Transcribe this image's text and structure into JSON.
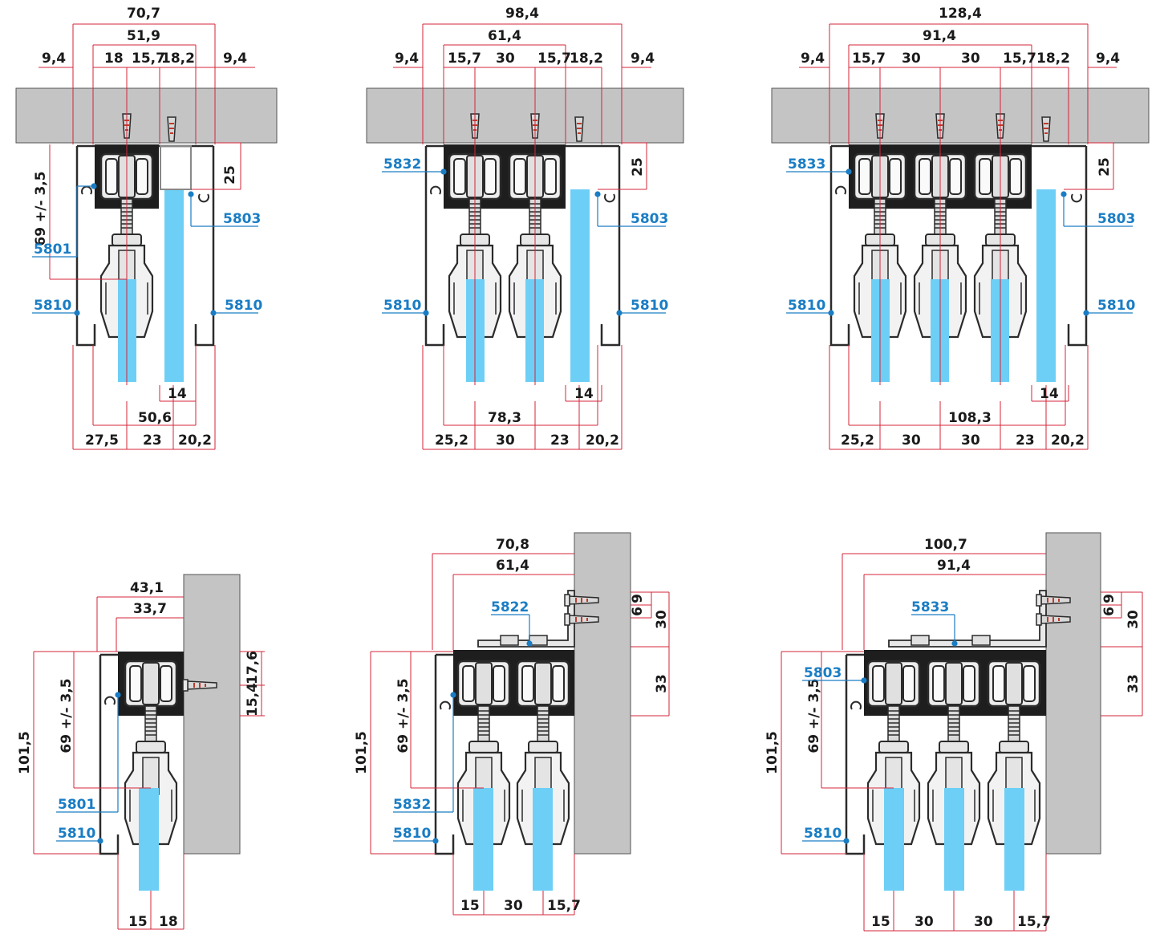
{
  "colors": {
    "dimension_line": "#d4253a",
    "part_label": "#1a7dc4",
    "glass": "#6dcff6",
    "ceiling_wall": "#c4c4c4",
    "profile": "#2b2b2b",
    "text": "#1a1a1a"
  },
  "diagrams": [
    {
      "id": "ceiling-1",
      "dims": {
        "top": [
          "70,7",
          "51,9",
          "9,4",
          "18",
          "15,7",
          "18,2",
          "9,4"
        ],
        "side": [
          "25",
          "69 +/- 3,5"
        ],
        "bottom": [
          "14",
          "50,6",
          "27,5",
          "23",
          "20,2"
        ]
      },
      "parts": [
        "5801",
        "5803",
        "5810",
        "5810"
      ]
    },
    {
      "id": "ceiling-2",
      "dims": {
        "top": [
          "98,4",
          "61,4",
          "9,4",
          "15,7",
          "30",
          "15,7",
          "18,2",
          "9,4"
        ],
        "side": [
          "25"
        ],
        "bottom": [
          "14",
          "78,3",
          "25,2",
          "30",
          "23",
          "20,2"
        ]
      },
      "parts": [
        "5832",
        "5803",
        "5810",
        "5810"
      ]
    },
    {
      "id": "ceiling-3",
      "dims": {
        "top": [
          "128,4",
          "91,4",
          "9,4",
          "15,7",
          "30",
          "30",
          "15,7",
          "18,2",
          "9,4"
        ],
        "side": [
          "25"
        ],
        "bottom": [
          "14",
          "108,3",
          "25,2",
          "30",
          "30",
          "23",
          "20,2"
        ]
      },
      "parts": [
        "5833",
        "5803",
        "5810",
        "5810"
      ]
    },
    {
      "id": "wall-1",
      "dims": {
        "top": [
          "43,1",
          "33,7"
        ],
        "side": [
          "17,6",
          "15,4",
          "69 +/- 3,5",
          "101,5"
        ],
        "bottom": [
          "15",
          "18"
        ]
      },
      "parts": [
        "5801",
        "5810"
      ]
    },
    {
      "id": "wall-2",
      "dims": {
        "top": [
          "70,8",
          "61,4"
        ],
        "side": [
          "9",
          "6",
          "30",
          "33",
          "69 +/- 3,5",
          "101,5"
        ],
        "bottom": [
          "15",
          "30",
          "15,7"
        ]
      },
      "parts": [
        "5822",
        "5832",
        "5810"
      ]
    },
    {
      "id": "wall-3",
      "dims": {
        "top": [
          "100,7",
          "91,4"
        ],
        "side": [
          "9",
          "6",
          "30",
          "33",
          "69 +/- 3,5",
          "101,5"
        ],
        "bottom": [
          "15",
          "30",
          "30",
          "15,7"
        ]
      },
      "parts": [
        "5833",
        "5803",
        "5810"
      ]
    }
  ]
}
